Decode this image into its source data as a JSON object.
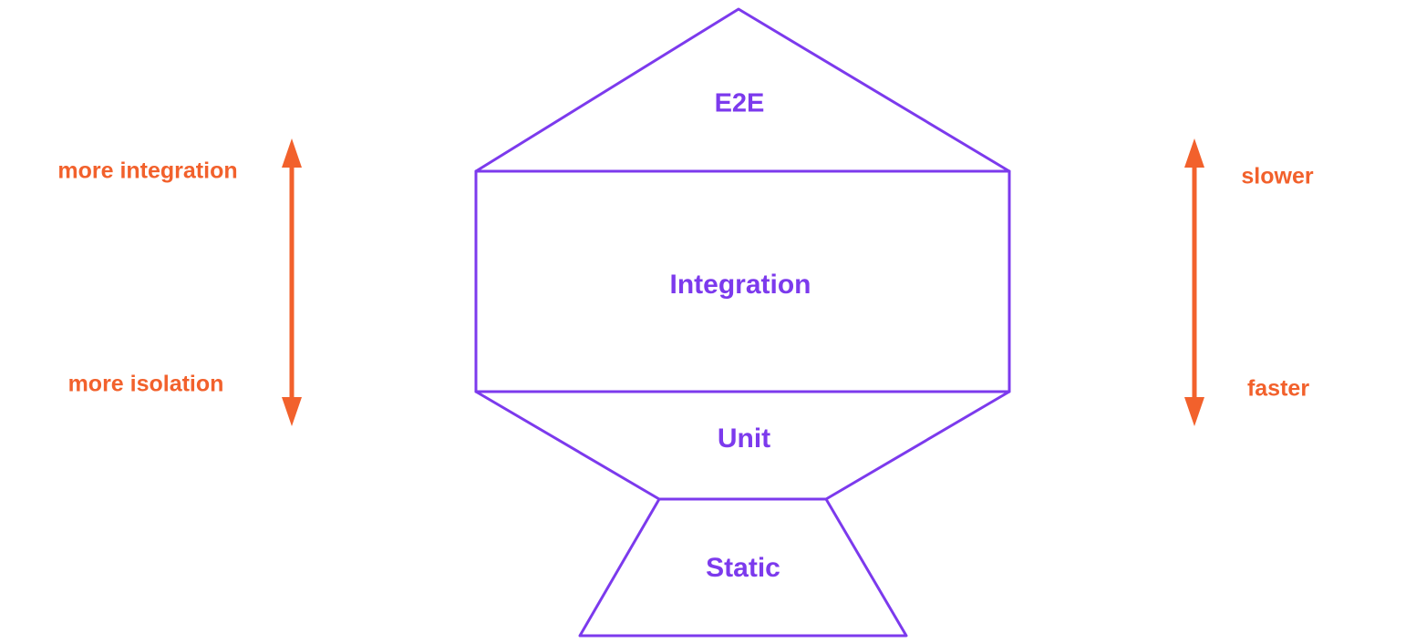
{
  "diagram": {
    "levels": [
      {
        "id": "e2e",
        "label": "E2E"
      },
      {
        "id": "integration",
        "label": "Integration"
      },
      {
        "id": "unit",
        "label": "Unit"
      },
      {
        "id": "static",
        "label": "Static"
      }
    ],
    "left_axis": {
      "top_label": "more integration",
      "bottom_label": "more isolation"
    },
    "right_axis": {
      "top_label": "slower",
      "bottom_label": "faster"
    },
    "colors": {
      "shape_stroke": "#7C3AED",
      "level_text": "#7C3AED",
      "arrow": "#F2612C",
      "background": "#FFFFFF"
    }
  }
}
